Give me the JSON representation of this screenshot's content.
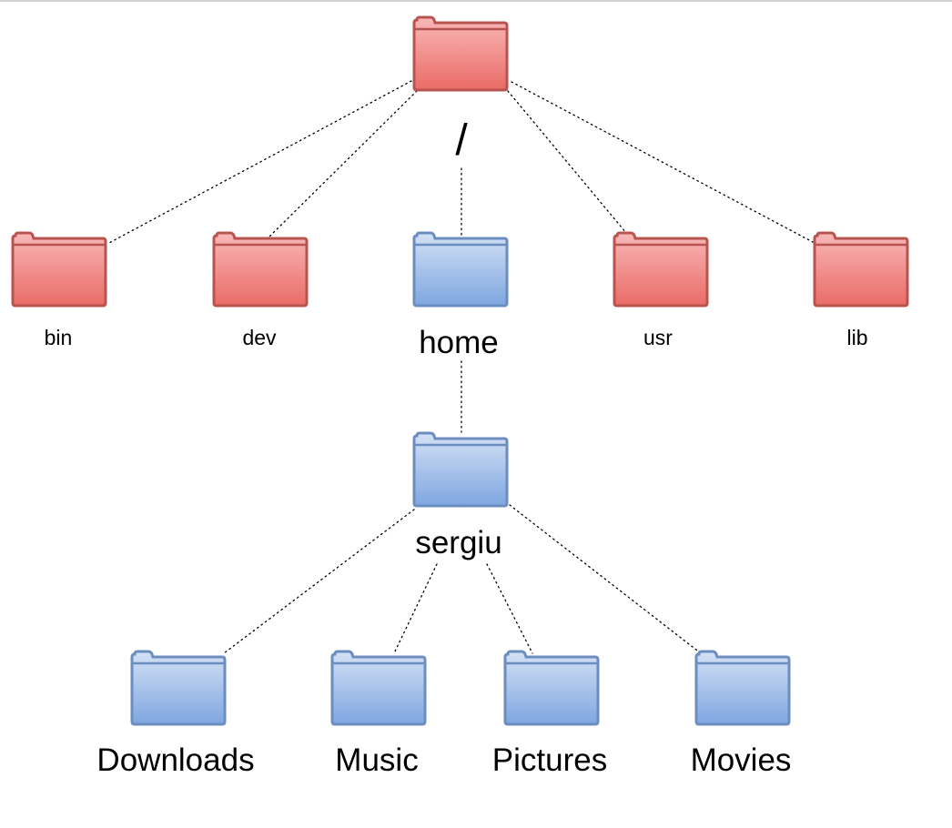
{
  "diagram": {
    "root": {
      "id": "root",
      "label": "/",
      "scheme": "system"
    },
    "top_level": [
      {
        "id": "bin",
        "label": "bin",
        "scheme": "system"
      },
      {
        "id": "dev",
        "label": "dev",
        "scheme": "system"
      },
      {
        "id": "home",
        "label": "home",
        "scheme": "user"
      },
      {
        "id": "usr",
        "label": "usr",
        "scheme": "system"
      },
      {
        "id": "lib",
        "label": "lib",
        "scheme": "system"
      }
    ],
    "user_dir": {
      "id": "sergiu",
      "label": "sergiu",
      "scheme": "user",
      "parent": "home"
    },
    "user_children": [
      {
        "id": "downloads",
        "label": "Downloads",
        "scheme": "user"
      },
      {
        "id": "music",
        "label": "Music",
        "scheme": "user"
      },
      {
        "id": "pictures",
        "label": "Pictures",
        "scheme": "user"
      },
      {
        "id": "movies",
        "label": "Movies",
        "scheme": "user"
      }
    ]
  },
  "colors": {
    "system_fill_top": "#f8b8b8",
    "system_fill_bottom": "#ea6b66",
    "system_stroke": "#b85450",
    "user_fill_top": "#d4e1f5",
    "user_fill_bottom": "#7ea6e0",
    "user_stroke": "#6c8ebf",
    "connector": "#000000"
  }
}
